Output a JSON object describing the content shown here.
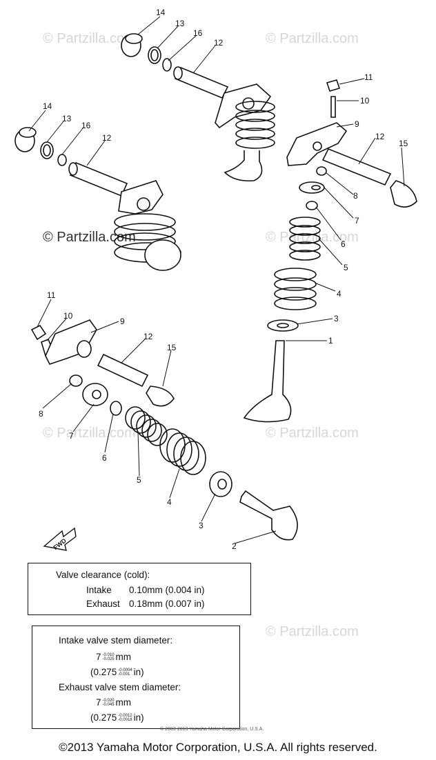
{
  "watermark": "© Partzilla.com",
  "callouts": [
    "14",
    "13",
    "16",
    "12",
    "11",
    "10",
    "9",
    "12",
    "15",
    "14",
    "13",
    "16",
    "12",
    "8",
    "7",
    "6",
    "5",
    "4",
    "3",
    "1",
    "11",
    "10",
    "9",
    "12",
    "15",
    "8",
    "7",
    "6",
    "5",
    "4",
    "3",
    "2"
  ],
  "fwd_label": "FWD",
  "clearance_box": {
    "title": "Valve clearance (cold):",
    "intake_label": "Intake",
    "intake_value": "0.10mm (0.004 in)",
    "exhaust_label": "Exhaust",
    "exhaust_value": "0.18mm (0.007 in)"
  },
  "stem_box": {
    "intake_title": "Intake valve stem diameter:",
    "intake_mm_base": "7",
    "intake_mm_tol_upper": "-0.010",
    "intake_mm_tol_lower": "-0.025",
    "intake_mm_unit": "mm",
    "intake_in_open": "(0.275",
    "intake_in_tol_upper": "-0.0004",
    "intake_in_tol_lower": "-0.001",
    "intake_in_close": "in)",
    "exhaust_title": "Exhaust valve stem diameter:",
    "exhaust_mm_base": "7",
    "exhaust_mm_tol_upper": "-0.020",
    "exhaust_mm_tol_lower": "-0.045",
    "exhaust_mm_unit": "mm",
    "exhaust_in_open": "(0.275",
    "exhaust_in_tol_upper": "-0.0012",
    "exhaust_in_tol_lower": "-0.0018",
    "exhaust_in_close": "in)"
  },
  "tiny_copyright": "© 2003-2013 Yamaha Motor Corporation, U.S.A.",
  "footer": "©2013 Yamaha Motor Corporation, U.S.A. All rights reserved."
}
